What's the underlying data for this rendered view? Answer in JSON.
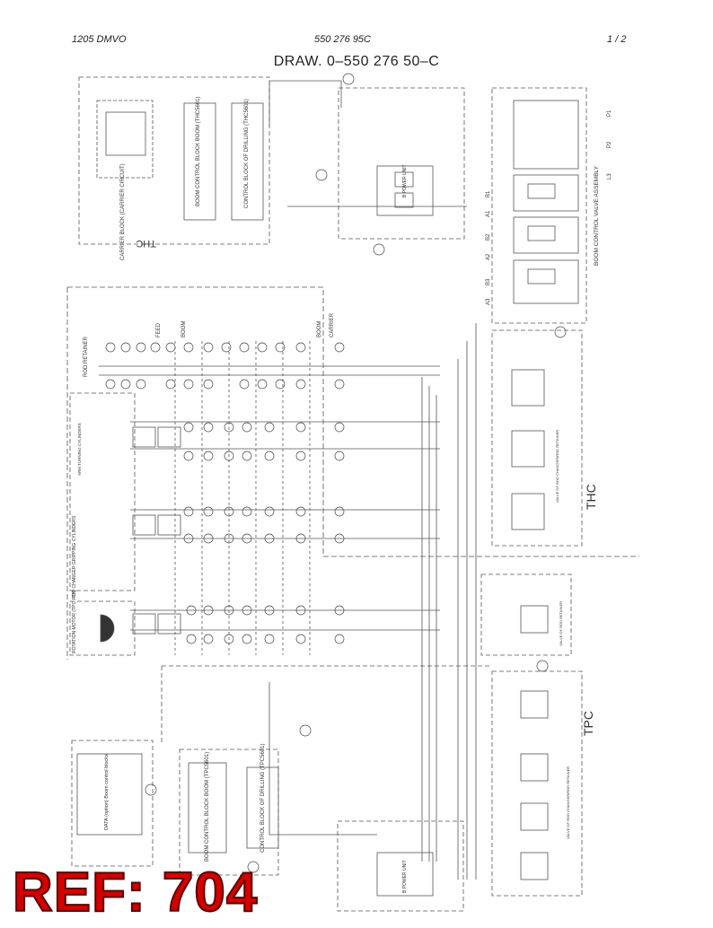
{
  "header": {
    "doc_id": "1205 DMVO",
    "part_no": "550 276 95C",
    "page": "1 /  2",
    "drawing": "DRAW. 0–550 276 50–C"
  },
  "blocks": {
    "carrier_block": "CARRIER BLOCK (CARRIER CIRCUIT)",
    "boom_control_top": "BOOM CONTROL BLOCK BOOM (THC5601)",
    "drilling_top": "CONTROL BLOCK OF DRILLING (THC5601)",
    "boom_control_valve": "BOOM CONTROL VALVE ASSEMBLY",
    "boom_control_bottom": "BOOM CONTROL BLOCK BOOM (TPC5601)",
    "drilling_bottom": "CONTROL BLOCK OF DRILLING (TPC5601)",
    "data_block": "DATA (option) Boom control blocks",
    "power_unit_top": "B POWER UNIT",
    "power_unit_bottom": "B POWER UNIT"
  },
  "sections": {
    "thc_top": "THC",
    "thc_mid": "THC",
    "tpc": "TPC",
    "rod_retainer": "ROD RETAINER",
    "feed": "FEED",
    "boom": "BOOM",
    "boom2": "BOOM",
    "carrier": "CARRIER",
    "arm_turning": "ARM TURNING CYLINDERS",
    "rod_changer": "ROD CHANGER GRIPPING CYLINDERS",
    "rotation": "ROTATION MOTOR (TPC - TH)",
    "valve_rod_changer": "VALVE OF ROD CHANGER/ROD RETAINER",
    "valve_rod_retainer": "VALVE OF ROD RETAINER",
    "valve_rod_changer_b": "VALVE OF ROD CHANGER/ROD RETAINER"
  },
  "ports": [
    "B1",
    "A1",
    "B2",
    "A2",
    "B3",
    "A3",
    "P1",
    "P2",
    "L3"
  ],
  "ref_badge": "REF: 704"
}
